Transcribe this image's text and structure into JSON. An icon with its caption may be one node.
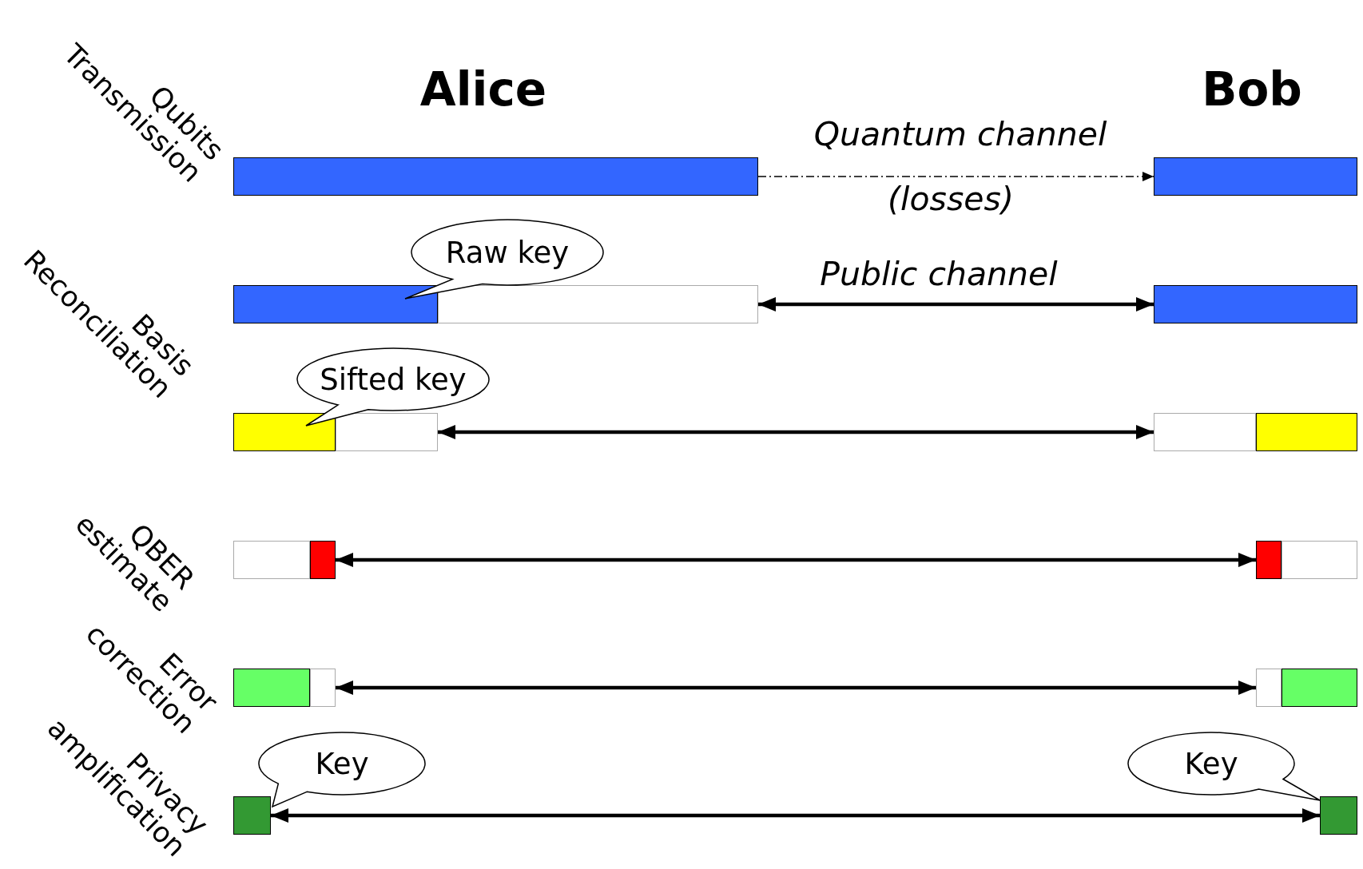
{
  "diagram": {
    "nodes": [
      {
        "text": [],
        "shape": "bar"
      },
      {
        "text": [],
        "shape": "bar"
      },
      {
        "text": [],
        "shape": "bar"
      },
      {
        "text": [],
        "shape": "bar"
      },
      {
        "text": [],
        "shape": "bar"
      },
      {
        "text": [
          "Raw key"
        ]
      },
      {
        "text": [],
        "shape": "bar"
      },
      {
        "text": [],
        "shape": "bar"
      },
      {
        "text": [],
        "shape": "bar"
      },
      {
        "text": [],
        "shape": "bar"
      },
      {
        "text": [
          "Sifted key"
        ]
      },
      {
        "text": [],
        "shape": "bar"
      },
      {
        "text": [],
        "shape": "bar"
      },
      {
        "text": [],
        "shape": "bar"
      },
      {
        "text": [],
        "shape": "bar"
      },
      {
        "text": [],
        "shape": "bar"
      },
      {
        "text": [],
        "shape": "bar"
      },
      {
        "text": [],
        "shape": "bar"
      },
      {
        "text": [],
        "shape": "bar"
      },
      {
        "text": [],
        "shape": "bar"
      },
      {
        "text": [],
        "shape": "bar"
      },
      {
        "text": [
          "Key"
        ]
      },
      {
        "text": [
          "Key"
        ]
      }
    ],
    "edges": [
      {
        "from": 0,
        "to": 1,
        "arrow": "to",
        "label": "Quantum channel",
        "style": "dashed"
      },
      {
        "from": 3,
        "to": 4,
        "arrow": "both",
        "label": "Public channel"
      },
      {
        "from": 7,
        "to": 8,
        "arrow": "both"
      },
      {
        "from": 12,
        "to": 13,
        "arrow": "both"
      },
      {
        "from": 16,
        "to": 17,
        "arrow": "both"
      },
      {
        "from": 19,
        "to": 20,
        "arrow": "both"
      }
    ],
    "labels": [
      "Alice",
      "Bob",
      "Qubits Transmission",
      "(losses)",
      "Basis Reconciliation",
      "QBER estimate",
      "Error correction",
      "Privacy amplification"
    ]
  }
}
